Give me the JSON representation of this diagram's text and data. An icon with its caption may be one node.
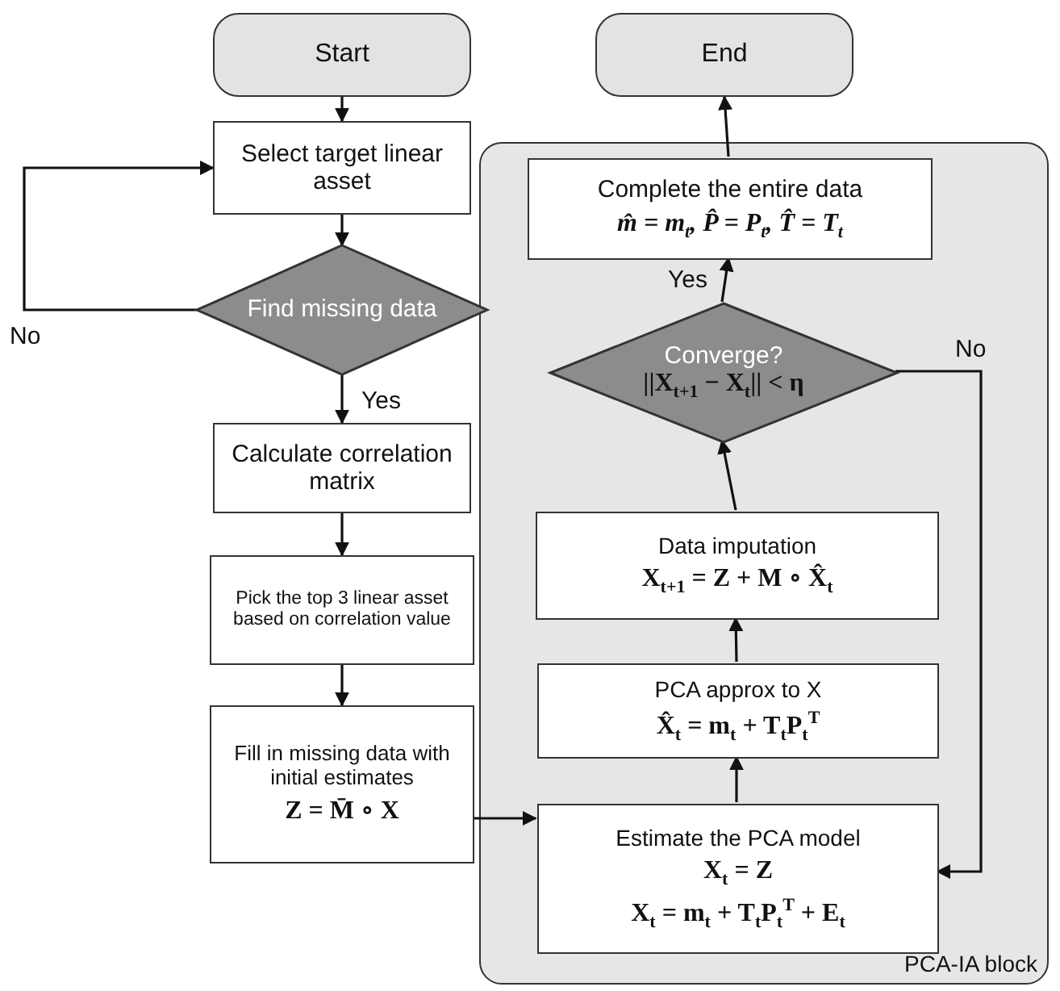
{
  "diagram": {
    "nodes": [
      {
        "text": [
          "Start"
        ]
      },
      {
        "text": [
          "Select target linear asset"
        ]
      },
      {
        "text": [
          "Find missing data"
        ]
      },
      {
        "text": [
          "Calculate correlation matrix"
        ]
      },
      {
        "text": [
          "Pick the top 3 linear asset based on correlation value"
        ]
      },
      {
        "text": [
          "Fill in missing data with initial estimates",
          "Z = M̄ ∘ X"
        ]
      },
      {
        "text": [
          "PCA-IA block"
        ]
      },
      {
        "text": [
          "Complete the entire data",
          "m̂ = m$_{t}$, P̂ = P$_{t}$, T̂ = T$_{t}$"
        ],
        "in": 6
      },
      {
        "text": [
          "Converge?",
          "||X$_{t+1}$ − X$_{t}$|| < η"
        ],
        "in": 6
      },
      {
        "text": [
          "Data imputation",
          "X$_{t+1}$ = Z + M ∘ X̂$_{t}$"
        ],
        "in": 6
      },
      {
        "text": [
          "PCA approx to X",
          "X̂$_{t}$ = m$_{t}$ + T$_{t}$P$_{t}$$^{T}$"
        ],
        "in": 6
      },
      {
        "text": [
          "Estimate the PCA model",
          "X$_{t}$ = Z",
          "X$_{t}$ = m$_{t}$ + T$_{t}$P$_{t}$$^{T}$ + E$_{t}$"
        ],
        "in": 6
      },
      {
        "text": [
          "End"
        ]
      }
    ],
    "edges": [
      {
        "from": 0,
        "to": 1,
        "arrow": "to"
      },
      {
        "from": 1,
        "to": 2,
        "arrow": "to"
      },
      {
        "from": 2,
        "to": 3,
        "arrow": "to",
        "label": "Yes"
      },
      {
        "from": 2,
        "to": 1,
        "arrow": "to",
        "label": "No"
      },
      {
        "from": 3,
        "to": 4,
        "arrow": "to"
      },
      {
        "from": 4,
        "to": 5,
        "arrow": "to"
      },
      {
        "from": 5,
        "to": 11,
        "arrow": "to"
      },
      {
        "from": 11,
        "to": 10,
        "arrow": "to"
      },
      {
        "from": 10,
        "to": 9,
        "arrow": "to"
      },
      {
        "from": 9,
        "to": 8,
        "arrow": "to"
      },
      {
        "from": 8,
        "to": 7,
        "arrow": "to",
        "label": "Yes"
      },
      {
        "from": 8,
        "to": 11,
        "arrow": "to",
        "label": "No"
      },
      {
        "from": 7,
        "to": 12,
        "arrow": "to"
      }
    ]
  }
}
